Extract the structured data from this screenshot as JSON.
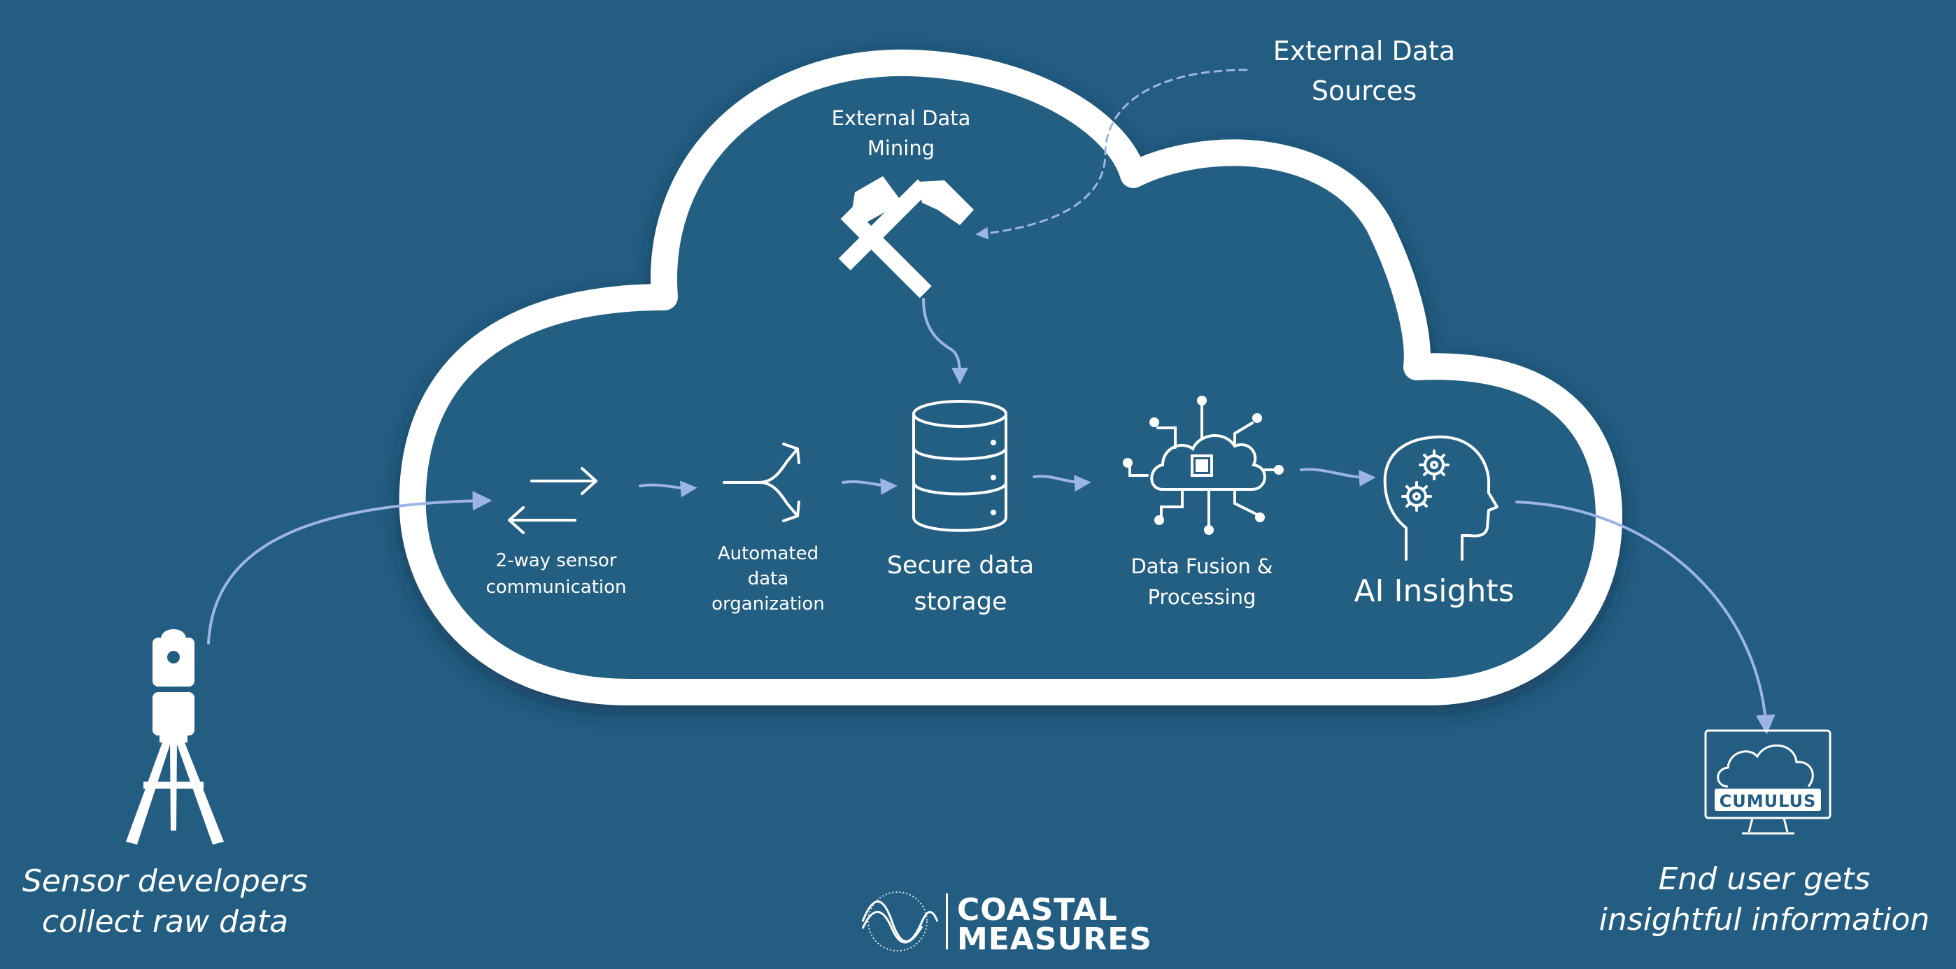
{
  "colors": {
    "background": "#235d82",
    "cloud_fill": "#245f82",
    "cloud_outline": "#ffffff",
    "flow_arrow": "#9db4e6",
    "icon": "#ffffff"
  },
  "nodes": {
    "external_sources": {
      "line1": "External Data",
      "line2": "Sources"
    },
    "mining": {
      "line1": "External Data",
      "line2": "Mining",
      "icon": "crossed-hammers-icon"
    },
    "sensor_comm": {
      "line1": "2-way sensor",
      "line2": "communication",
      "icon": "two-way-arrows-icon"
    },
    "organization": {
      "line1": "Automated",
      "line2": "data",
      "line3": "organization",
      "icon": "merge-split-arrows-icon"
    },
    "storage": {
      "line1": "Secure data",
      "line2": "storage",
      "icon": "database-icon"
    },
    "fusion": {
      "line1": "Data Fusion &",
      "line2": "Processing",
      "icon": "cloud-chip-network-icon"
    },
    "insights": {
      "line1": "AI Insights",
      "icon": "head-gears-icon"
    }
  },
  "sensor": {
    "line1": "Sensor developers",
    "line2": "collect raw data",
    "icon": "tripod-sensor-icon"
  },
  "end_user": {
    "line1": "End user gets",
    "line2": "insightful information",
    "monitor_text": "CUMULUS",
    "icon": "monitor-cloud-icon"
  },
  "logo": {
    "word1": "COASTAL",
    "word2": "MEASURES"
  }
}
